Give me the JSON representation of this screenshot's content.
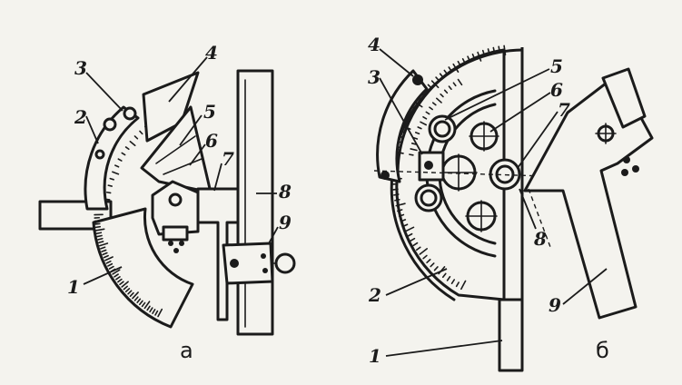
{
  "figure_a": {
    "caption": "а",
    "labels": [
      {
        "text": "1",
        "id": "1"
      },
      {
        "text": "2",
        "id": "2"
      },
      {
        "text": "3",
        "id": "3"
      },
      {
        "text": "4",
        "id": "4"
      },
      {
        "text": "5",
        "id": "5"
      },
      {
        "text": "6",
        "id": "6"
      },
      {
        "text": "7",
        "id": "7"
      },
      {
        "text": "8",
        "id": "8"
      },
      {
        "text": "9",
        "id": "9"
      }
    ]
  },
  "figure_b": {
    "caption": "б",
    "labels": [
      {
        "text": "1",
        "id": "1"
      },
      {
        "text": "2",
        "id": "2"
      },
      {
        "text": "3",
        "id": "3"
      },
      {
        "text": "4",
        "id": "4"
      },
      {
        "text": "5",
        "id": "5"
      },
      {
        "text": "6",
        "id": "6"
      },
      {
        "text": "7",
        "id": "7"
      },
      {
        "text": "8",
        "id": "8"
      },
      {
        "text": "9",
        "id": "9"
      }
    ]
  }
}
